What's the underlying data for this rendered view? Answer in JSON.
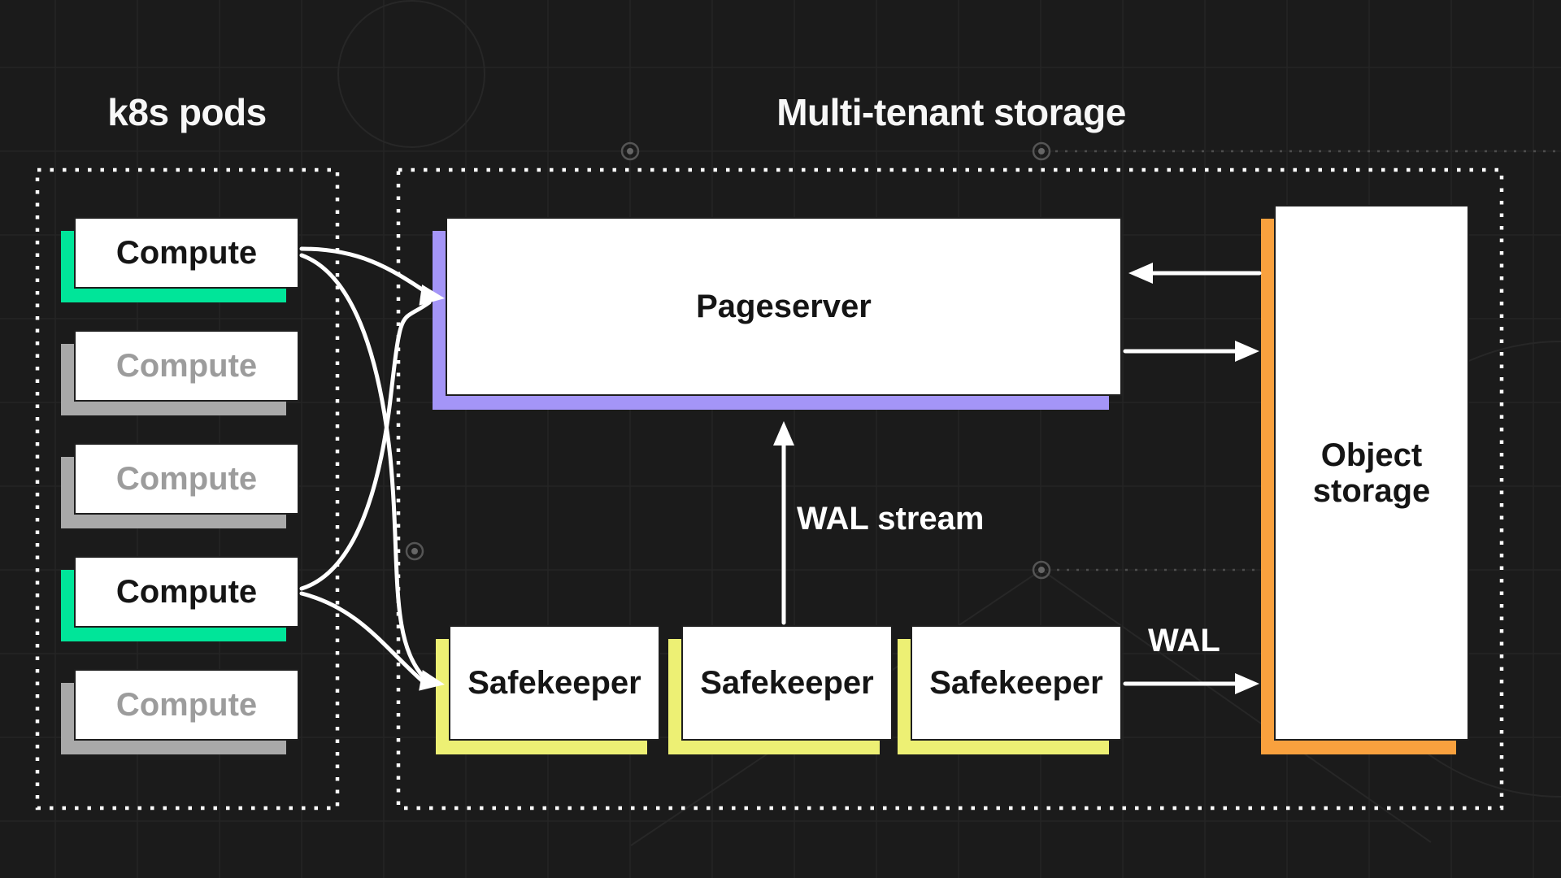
{
  "titles": {
    "left": "k8s pods",
    "right": "Multi-tenant storage"
  },
  "nodes": {
    "computes": [
      {
        "label": "Compute",
        "state": "active"
      },
      {
        "label": "Compute",
        "state": "inactive"
      },
      {
        "label": "Compute",
        "state": "inactive"
      },
      {
        "label": "Compute",
        "state": "active"
      },
      {
        "label": "Compute",
        "state": "inactive"
      }
    ],
    "pageserver": {
      "label": "Pageserver"
    },
    "safekeepers": [
      {
        "label": "Safekeeper"
      },
      {
        "label": "Safekeeper"
      },
      {
        "label": "Safekeeper"
      }
    ],
    "object_storage": {
      "line1": "Object",
      "line2": "storage"
    }
  },
  "edges": {
    "wal_stream_label": "WAL stream",
    "wal_label": "WAL"
  },
  "colors": {
    "bg": "#1b1b1b",
    "grid": "#252525",
    "green": "#00e599",
    "purple": "#a495f7",
    "yellow": "#edf074",
    "orange": "#f9a13e",
    "grayShadow": "#a9a9a9",
    "grayText": "#9c9c9c",
    "arrow": "#ffffff"
  }
}
